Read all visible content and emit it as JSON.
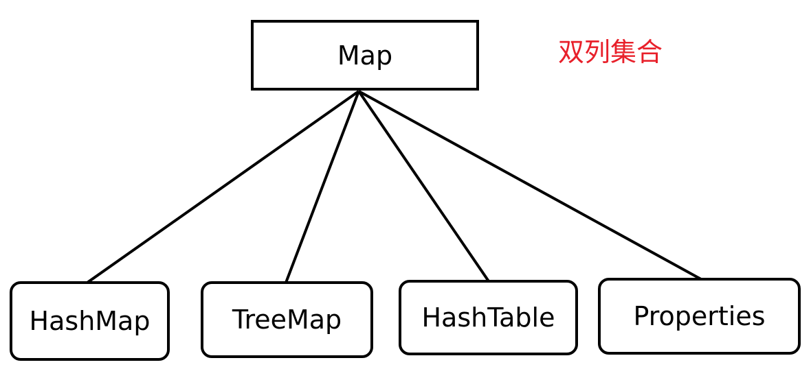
{
  "diagram": {
    "root": {
      "label": "Map"
    },
    "annotation": {
      "text": "双列集合",
      "color": "#e8202a"
    },
    "children": [
      {
        "label": "HashMap"
      },
      {
        "label": "TreeMap"
      },
      {
        "label": "HashTable"
      },
      {
        "label": "Properties"
      }
    ],
    "edges": [
      {
        "from": "Map",
        "to": "HashMap"
      },
      {
        "from": "Map",
        "to": "TreeMap"
      },
      {
        "from": "Map",
        "to": "HashTable"
      },
      {
        "from": "Map",
        "to": "Properties"
      }
    ]
  }
}
